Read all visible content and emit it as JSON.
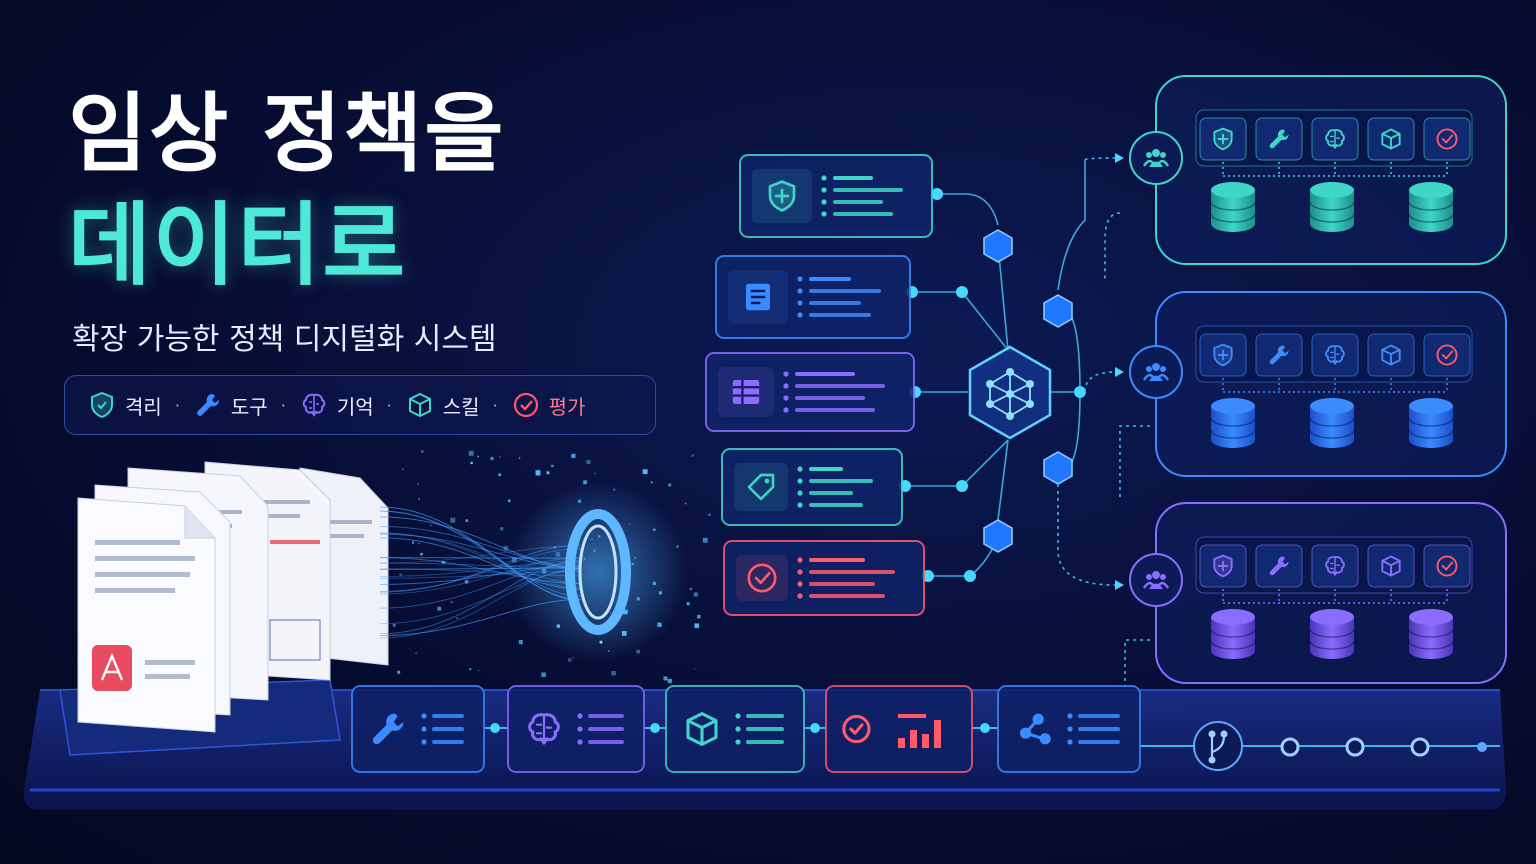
{
  "title": {
    "line1": "임상 정책을",
    "line2": "데이터로"
  },
  "subtitle": "확장 가능한 정책 디지털화 시스템",
  "tags": [
    {
      "label": "격리",
      "icon": "shield-icon",
      "color": "#3fd6c8"
    },
    {
      "label": "도구",
      "icon": "wrench-icon",
      "color": "#3b8bff"
    },
    {
      "label": "기억",
      "icon": "brain-icon",
      "color": "#8a6cff"
    },
    {
      "label": "스킬",
      "icon": "cube-icon",
      "color": "#3fd6c8"
    },
    {
      "label": "평가",
      "icon": "check-circle-icon",
      "color": "#ff5a6a"
    }
  ],
  "separator": "·",
  "colors": {
    "teal": "#3fd6c8",
    "blue": "#3b8bff",
    "purple": "#8a6cff",
    "red": "#ff5a6a",
    "background": "#070d33"
  },
  "policy_cards": [
    {
      "icon": "shield-icon",
      "color": "#3fd6c8"
    },
    {
      "icon": "document-icon",
      "color": "#3b8bff"
    },
    {
      "icon": "table-icon",
      "color": "#8a6cff"
    },
    {
      "icon": "tag-icon",
      "color": "#3fd6c8"
    },
    {
      "icon": "check-circle-icon",
      "color": "#ff5a6a"
    }
  ],
  "pipeline_cards": [
    {
      "icon": "wrench-icon",
      "color": "#3b8bff"
    },
    {
      "icon": "brain-icon",
      "color": "#8a6cff"
    },
    {
      "icon": "cube-icon",
      "color": "#3fd6c8"
    },
    {
      "icon": "check-bars-icon",
      "color": "#ff5a6a"
    },
    {
      "icon": "share-nodes-icon",
      "color": "#3b8bff"
    }
  ],
  "tenants": [
    {
      "icon": "users-icon",
      "color": "#3fd6c8",
      "modules": [
        "shield-icon",
        "wrench-icon",
        "brain-icon",
        "cube-icon",
        "check-circle-icon"
      ],
      "databases": 3
    },
    {
      "icon": "users-icon",
      "color": "#3b8bff",
      "modules": [
        "shield-icon",
        "wrench-icon",
        "brain-icon",
        "cube-icon",
        "check-circle-icon"
      ],
      "databases": 3
    },
    {
      "icon": "users-icon",
      "color": "#8a6cff",
      "modules": [
        "shield-icon",
        "wrench-icon",
        "brain-icon",
        "cube-icon",
        "check-circle-icon"
      ],
      "databases": 3
    }
  ],
  "hub": {
    "icon": "network-hub-icon"
  },
  "branch": {
    "icon": "git-branch-icon"
  },
  "documents": {
    "icon": "pdf-icon",
    "count": 5
  }
}
